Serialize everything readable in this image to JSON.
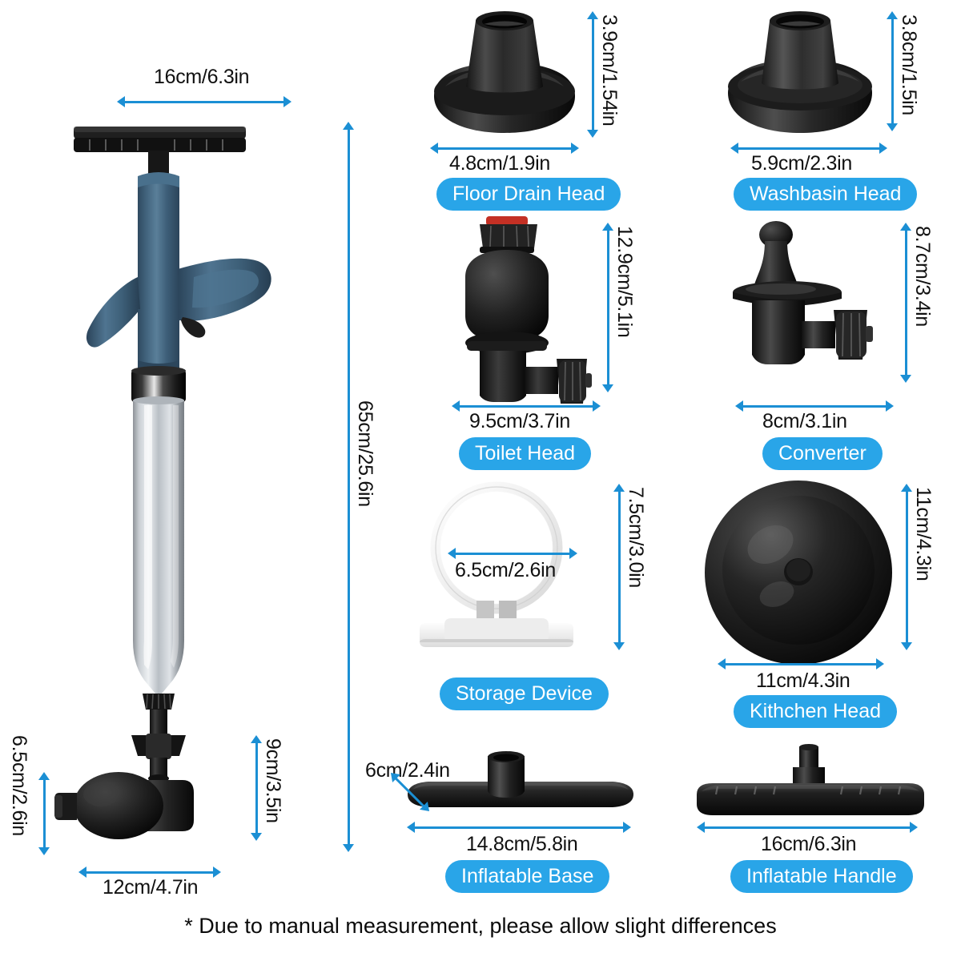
{
  "footer": {
    "note": "* Due to manual measurement, please allow slight differences"
  },
  "colors": {
    "accent_pill": "#29a5e8",
    "arrow_blue": "#1b8fd4",
    "pump_blue": "#3d5e78",
    "part_black": "#1a1a1a",
    "steel": "#c9ccd0",
    "storage_white": "#f2f2f2",
    "background": "#ffffff"
  },
  "main_product": {
    "name": "drain-blaster-pump",
    "dimensions": {
      "handle_width": "16cm/6.3in",
      "total_height": "65cm/25.6in",
      "head_width": "12cm/4.7in",
      "head_height": "6.5cm/2.6in",
      "nozzle_height": "9cm/3.5in"
    }
  },
  "parts": [
    {
      "id": "floor-drain-head",
      "label": "Floor Drain Head",
      "height": "3.9cm/1.54in",
      "width": "4.8cm/1.9in"
    },
    {
      "id": "washbasin-head",
      "label": "Washbasin Head",
      "height": "3.8cm/1.5in",
      "width": "5.9cm/2.3in"
    },
    {
      "id": "toilet-head",
      "label": "Toilet Head",
      "height": "12.9cm/5.1in",
      "width": "9.5cm/3.7in"
    },
    {
      "id": "converter",
      "label": "Converter",
      "height": "8.7cm/3.4in",
      "width": "8cm/3.1in"
    },
    {
      "id": "storage-device",
      "label": "Storage Device",
      "height": "7.5cm/3.0in",
      "width": "6.5cm/2.6in"
    },
    {
      "id": "kitchen-head",
      "label": "Kithchen Head",
      "height": "11cm/4.3in",
      "width": "11cm/4.3in"
    },
    {
      "id": "inflatable-base",
      "label": "Inflatable Base",
      "height": "6cm/2.4in",
      "width": "14.8cm/5.8in"
    },
    {
      "id": "inflatable-handle",
      "label": "Inflatable Handle",
      "width": "16cm/6.3in"
    }
  ]
}
